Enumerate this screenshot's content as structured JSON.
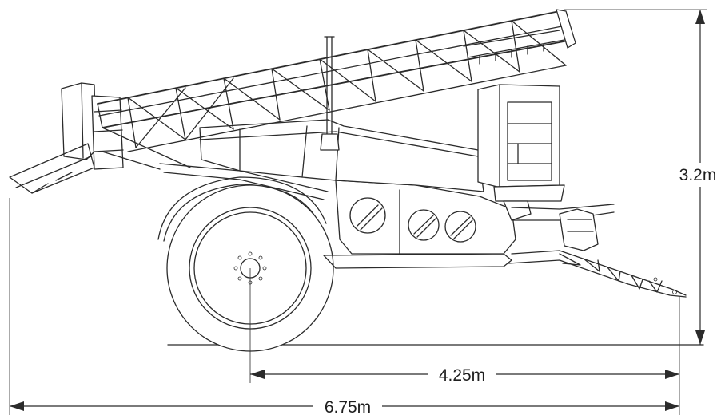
{
  "dimensions": {
    "height": "3.2m",
    "wheel_to_hitch": "4.25m",
    "overall_length": "6.75m"
  },
  "colors": {
    "line": "#2b2b2b",
    "background": "#ffffff"
  }
}
